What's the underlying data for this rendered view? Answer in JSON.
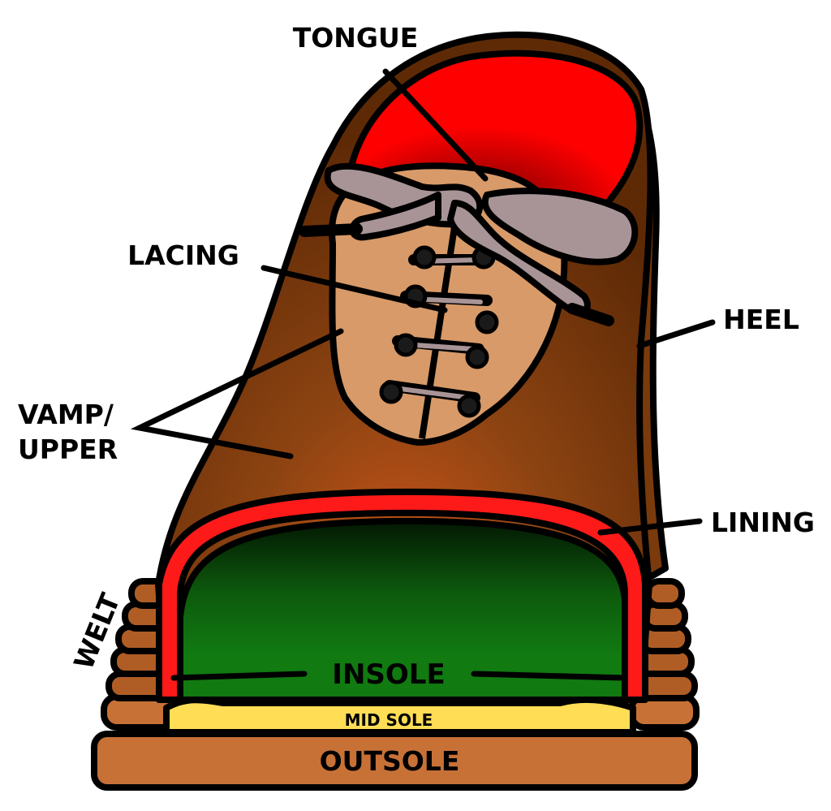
{
  "diagram": {
    "labels": {
      "tongue": "TONGUE",
      "lacing": "LACING",
      "heel": "HEEL",
      "vamp_line1": "VAMP/",
      "vamp_line2": "UPPER",
      "lining": "LINING",
      "welt": "WELT",
      "insole": "INSOLE",
      "mid_sole": "MID SOLE",
      "outsole": "OUTSOLE"
    },
    "colors": {
      "leather_dark": "#7a3a0c",
      "leather_light": "#d2561a",
      "tongue_red": "#ff0000",
      "lining_red": "#ff1a1a",
      "lace_grey": "#a89496",
      "eyelet_panel": "#d89a68",
      "insole_green": "#117a11",
      "insole_dark": "#062406",
      "midsole_yellow": "#ffdd55",
      "outsole_brown": "#c87137",
      "outline": "#000000"
    }
  }
}
